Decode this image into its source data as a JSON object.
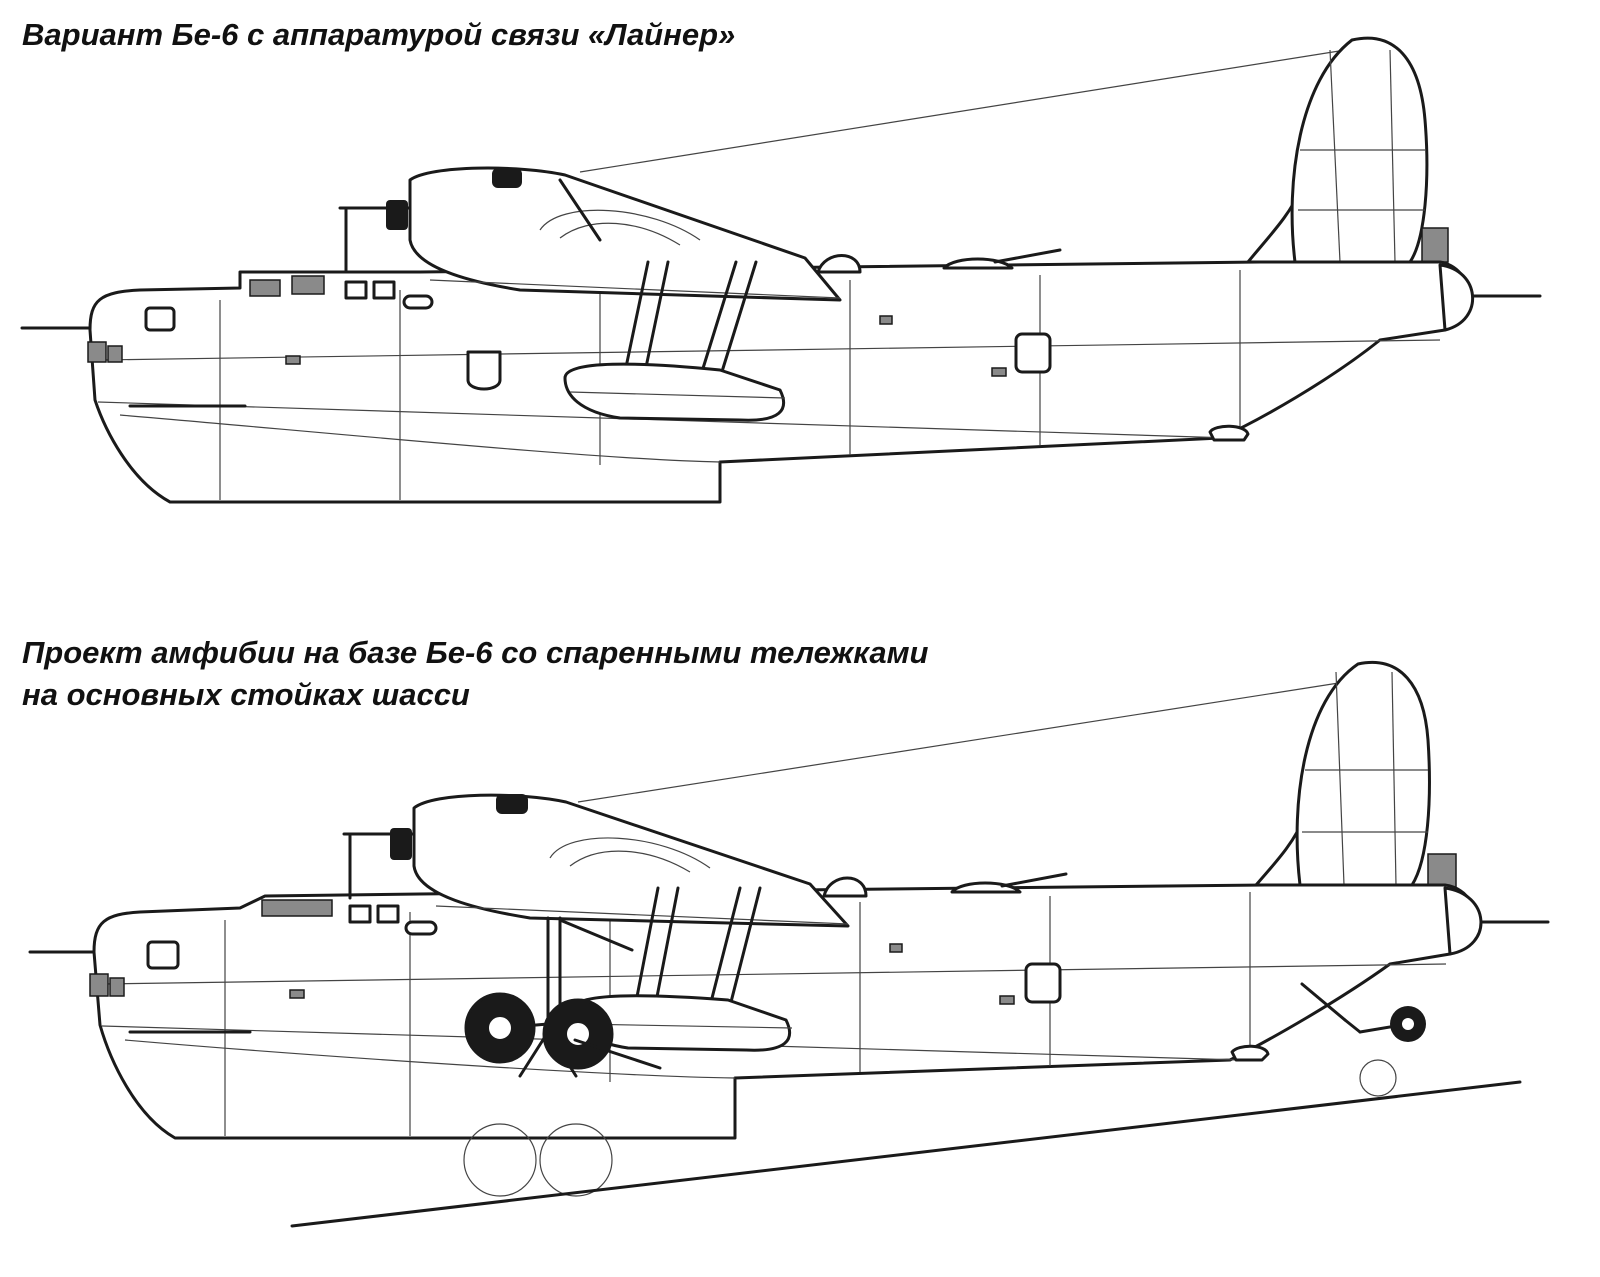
{
  "captions": {
    "variant": "Вариант Бе-6 с аппаратурой связи «Лайнер»",
    "project_line1": "Проект амфибии на базе Бе-6 со спаренными тележками",
    "project_line2": "на основных стойках шасси"
  },
  "colors": {
    "line": "#1a1a1a",
    "panel_gray": "#8a8a8a",
    "background": "#ffffff"
  }
}
